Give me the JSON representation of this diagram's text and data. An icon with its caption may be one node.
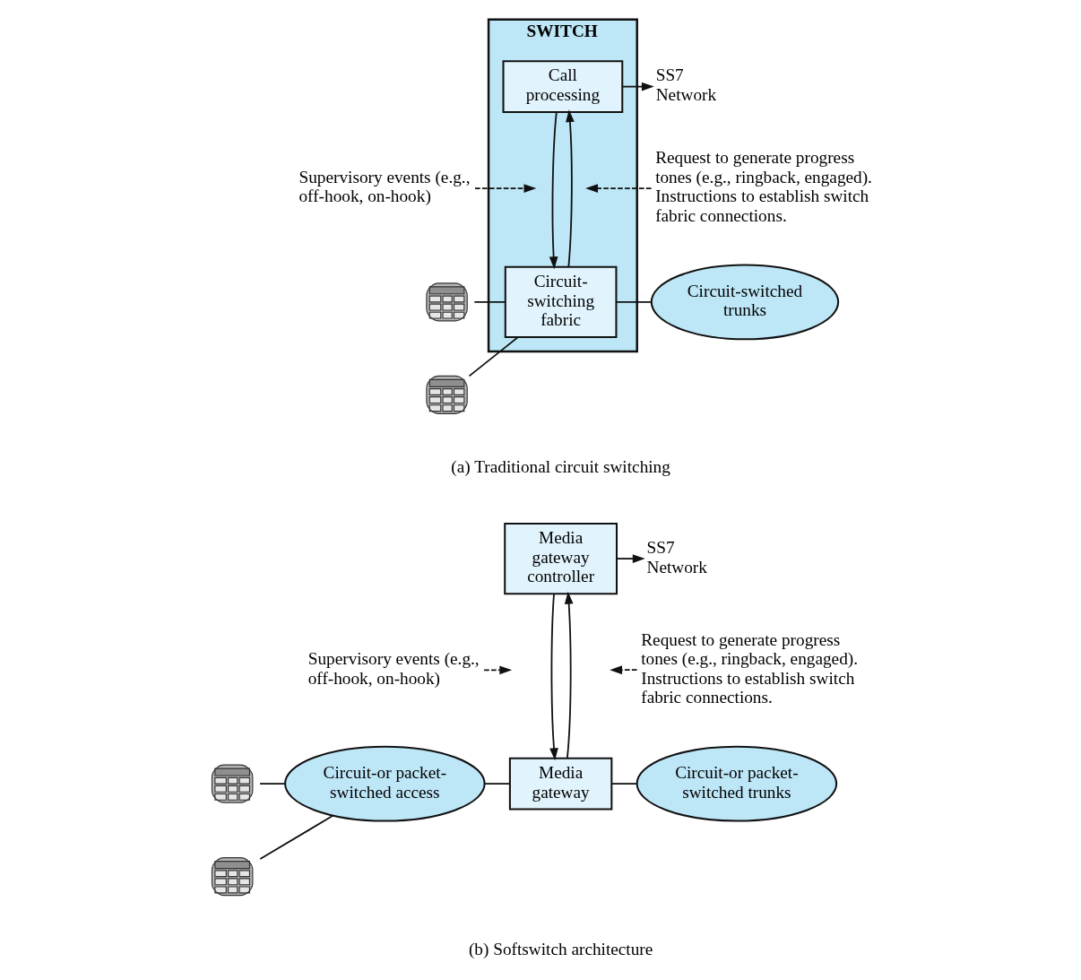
{
  "diagram": {
    "nodes": [
      {
        "text": [
          "SWITCH"
        ]
      },
      {
        "text": [
          "Call processing"
        ],
        "in": 0
      },
      {
        "text": [
          "Circuit-switching fabric"
        ],
        "in": 0
      },
      {
        "text": [
          "SS7 Network"
        ]
      },
      {
        "text": [
          "Supervisory events (e.g., off-hook, on-hook)"
        ]
      },
      {
        "text": [
          "Request to generate progress tones (e.g., ringback, engaged). Instructions to establish switch fabric connections."
        ]
      },
      {
        "text": [],
        "shape": "picture"
      },
      {
        "text": [],
        "shape": "picture"
      },
      {
        "text": [
          "Circuit-switched trunks"
        ]
      },
      {
        "text": [
          "Media gateway controller"
        ]
      },
      {
        "text": [
          "SS7 Network"
        ]
      },
      {
        "text": [
          "Supervisory events (e.g., off-hook, on-hook)"
        ]
      },
      {
        "text": [
          "Request to generate progress tones (e.g., ringback, engaged). Instructions to establish switch fabric connections."
        ]
      },
      {
        "text": [],
        "shape": "picture"
      },
      {
        "text": [],
        "shape": "picture"
      },
      {
        "text": [
          "Circuit-or packet-switched access"
        ]
      },
      {
        "text": [
          "Media gateway"
        ]
      },
      {
        "text": [
          "Circuit-or packet-switched trunks"
        ]
      }
    ],
    "edges": [
      {
        "from": 1,
        "to": 2,
        "arrow": "to"
      },
      {
        "from": 2,
        "to": 1,
        "arrow": "to"
      },
      {
        "from": 1,
        "to": 3,
        "arrow": "to"
      },
      {
        "from": 4,
        "to": null,
        "arrow": "to",
        "style": "dashed"
      },
      {
        "from": 5,
        "to": null,
        "arrow": "to",
        "style": "dashed"
      },
      {
        "from": 6,
        "to": 2,
        "arrow": "none"
      },
      {
        "from": 7,
        "to": 2,
        "arrow": "none"
      },
      {
        "from": 2,
        "to": 8,
        "arrow": "none"
      },
      {
        "from": 9,
        "to": 16,
        "arrow": "to"
      },
      {
        "from": 16,
        "to": 9,
        "arrow": "to"
      },
      {
        "from": 9,
        "to": 10,
        "arrow": "to"
      },
      {
        "from": 11,
        "to": null,
        "arrow": "to",
        "style": "dashed"
      },
      {
        "from": 12,
        "to": null,
        "arrow": "to",
        "style": "dashed"
      },
      {
        "from": 13,
        "to": 15,
        "arrow": "none"
      },
      {
        "from": 14,
        "to": 15,
        "arrow": "none"
      },
      {
        "from": 15,
        "to": 16,
        "arrow": "none"
      },
      {
        "from": 16,
        "to": 17,
        "arrow": "none"
      }
    ],
    "labels": [
      "(a) Traditional circuit switching",
      "(b) Softswitch architecture"
    ]
  }
}
